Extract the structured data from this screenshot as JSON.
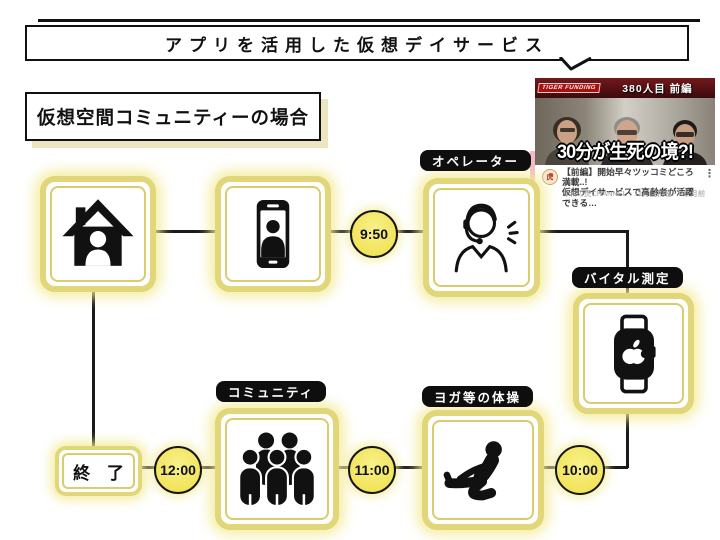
{
  "slide": {
    "title": "アプリを活用した仮想デイサービス",
    "subtitle": "仮想空間コミュニティーの場合"
  },
  "video_card": {
    "banner_logo": "TIGER FUNDING",
    "banner_label": "380人目 前編",
    "thumbnail_caption": "30分が生死の境?!",
    "title_line1": "【前編】開始早々ツッコミどころ満載..!",
    "title_line2": "仮想デイサービスで高齢者が活躍できる…",
    "meta": "令和の虎CHANNEL・11万回視聴・2か月前",
    "menu_icon": "⋮",
    "avatar_glyph": "虎"
  },
  "flow": {
    "labels": {
      "operator": "オペレーター",
      "vital": "バイタル測定",
      "community": "コミュニティ",
      "yoga": "ヨガ等の体操"
    },
    "end_label": "終 了",
    "times": {
      "call": "9:50",
      "vital": "10:00",
      "yoga": "11:00",
      "end": "12:00"
    },
    "icons": {
      "home": "house-with-person-icon",
      "phone": "smartphone-video-call-icon",
      "operator": "operator-headset-icon",
      "watch": "smartwatch-vital-icon",
      "community": "people-group-icon",
      "yoga": "yoga-stretch-icon"
    }
  },
  "colors": {
    "node_border": "#e2d67a",
    "node_glow": "#f3eb96",
    "time_fill": "#f1e250",
    "label_bg": "#0e0e0e",
    "subtitle_shadow": "#ece5c0",
    "banner_bg": "#5c0f11",
    "line": "#1a1a1a",
    "accent_strip": "#f4b9c4"
  }
}
